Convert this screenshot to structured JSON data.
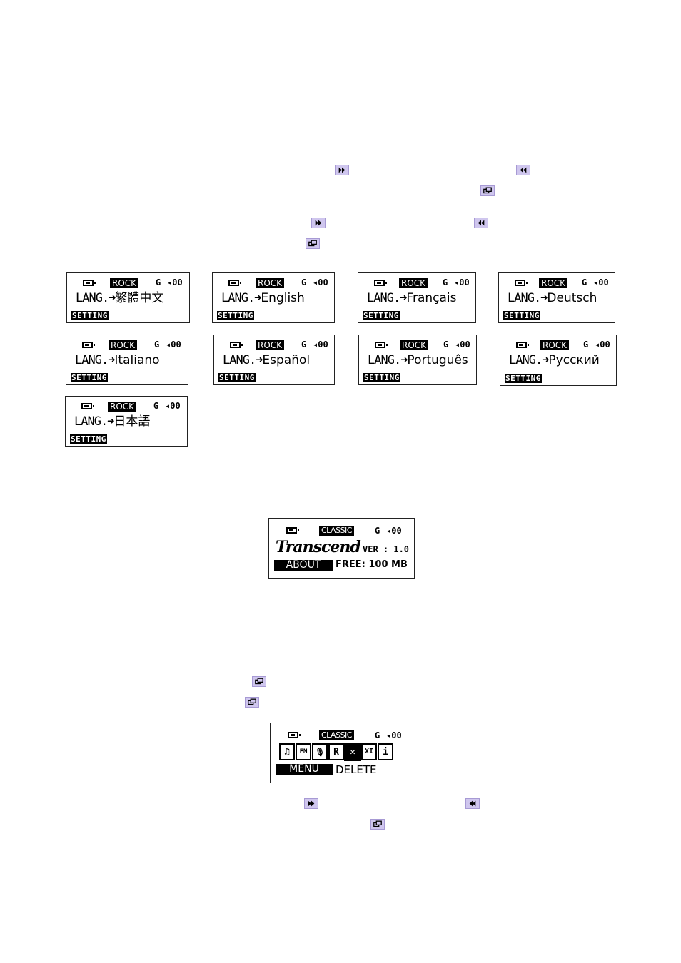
{
  "icons": {
    "next": "fast-forward-icon",
    "prev": "rewind-icon",
    "menu": "menu-key-icon"
  },
  "colors": {
    "key_fill": "#cfc6ee",
    "key_border": "#a79ad4"
  },
  "lcd_status": {
    "eq": "ROCK",
    "repeat": "G",
    "volume": "◂00"
  },
  "language_screens": [
    {
      "prefix": "LANG.➜",
      "language": "繁體中文",
      "tag": "SETTING"
    },
    {
      "prefix": "LANG.➜",
      "language": "English",
      "tag": "SETTING"
    },
    {
      "prefix": "LANG.➜",
      "language": "Français",
      "tag": "SETTING"
    },
    {
      "prefix": "LANG.➜",
      "language": "Deutsch",
      "tag": "SETTING"
    },
    {
      "prefix": "LANG.➜",
      "language": "Italiano",
      "tag": "SETTING"
    },
    {
      "prefix": "LANG.➜",
      "language": "Español",
      "tag": "SETTING"
    },
    {
      "prefix": "LANG.➜",
      "language": "Português",
      "tag": "SETTING"
    },
    {
      "prefix": "LANG.➜",
      "language": "Русский",
      "tag": "SETTING"
    },
    {
      "prefix": "LANG.➜",
      "language": "日本語",
      "tag": "SETTING"
    }
  ],
  "about_screen": {
    "eq": "CLASSIC",
    "repeat": "G",
    "volume": "◂00",
    "logo": "Transcend",
    "version": "VER : 1.0",
    "tag": "ABOUT",
    "free": "FREE: 100 MB"
  },
  "menu_screen": {
    "eq": "CLASSIC",
    "repeat": "G",
    "volume": "◂00",
    "icons": [
      "♫",
      "FM",
      "🎙",
      "R",
      "✕",
      "XI",
      "i"
    ],
    "tag": "MENU",
    "item": "DELETE"
  }
}
